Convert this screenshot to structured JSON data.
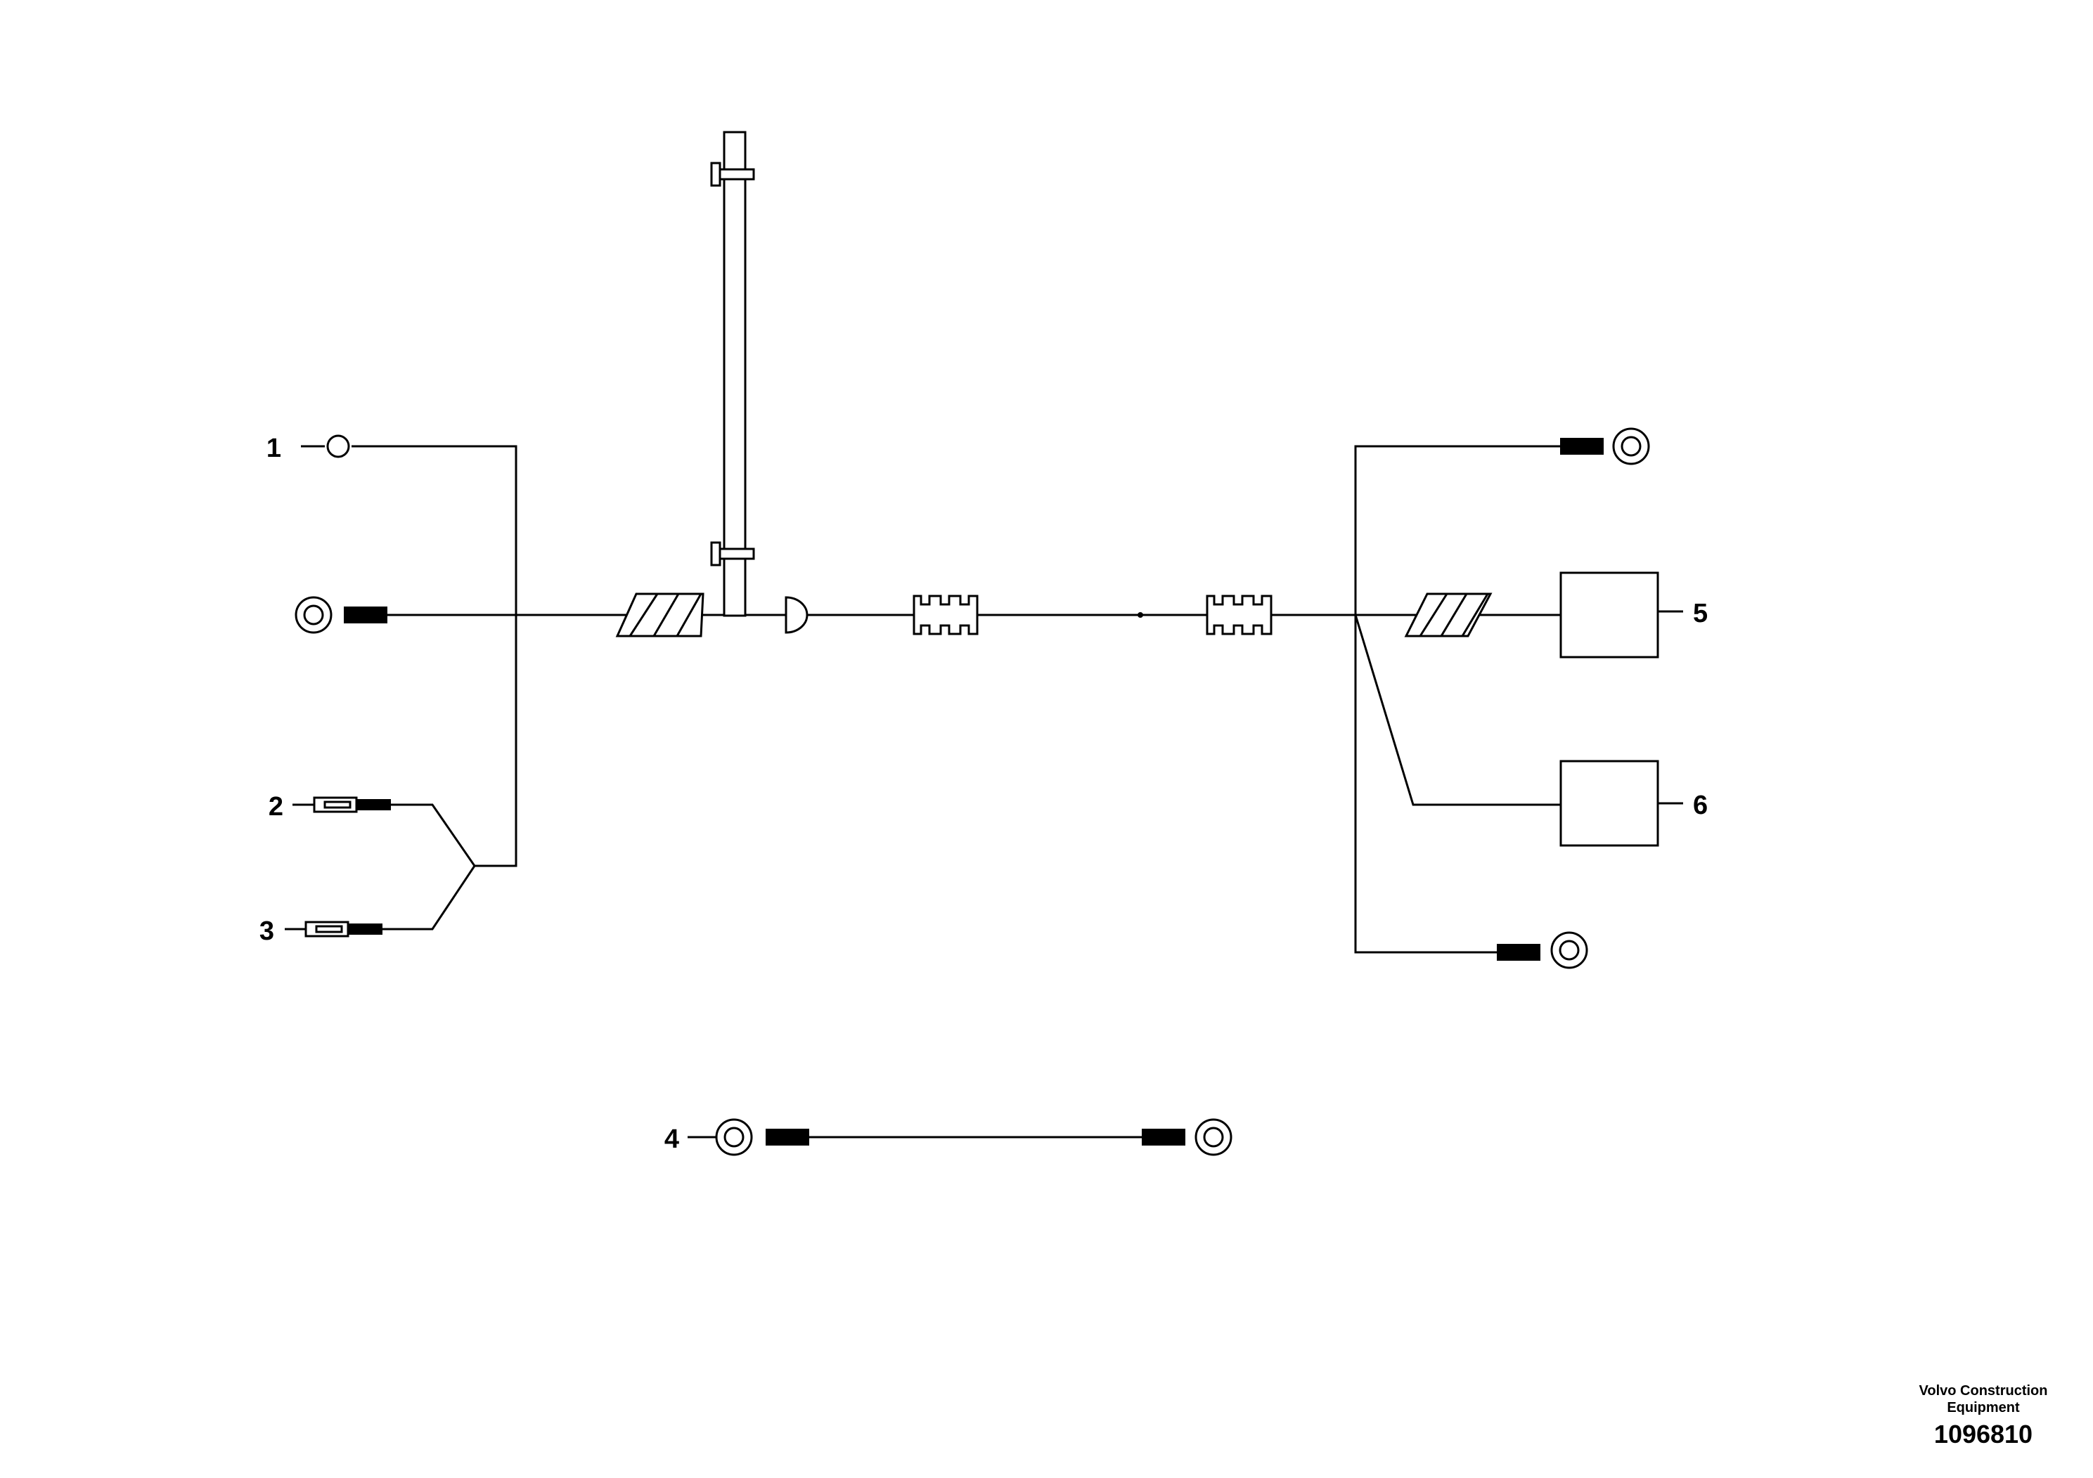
{
  "callouts": {
    "c1": "1",
    "c2": "2",
    "c3": "3",
    "c4": "4",
    "c5": "5",
    "c6": "6"
  },
  "footer": {
    "company_line1": "Volvo Construction",
    "company_line2": "Equipment",
    "drawing_number": "1096810"
  },
  "colors": {
    "line": "#000000",
    "background": "#ffffff"
  }
}
